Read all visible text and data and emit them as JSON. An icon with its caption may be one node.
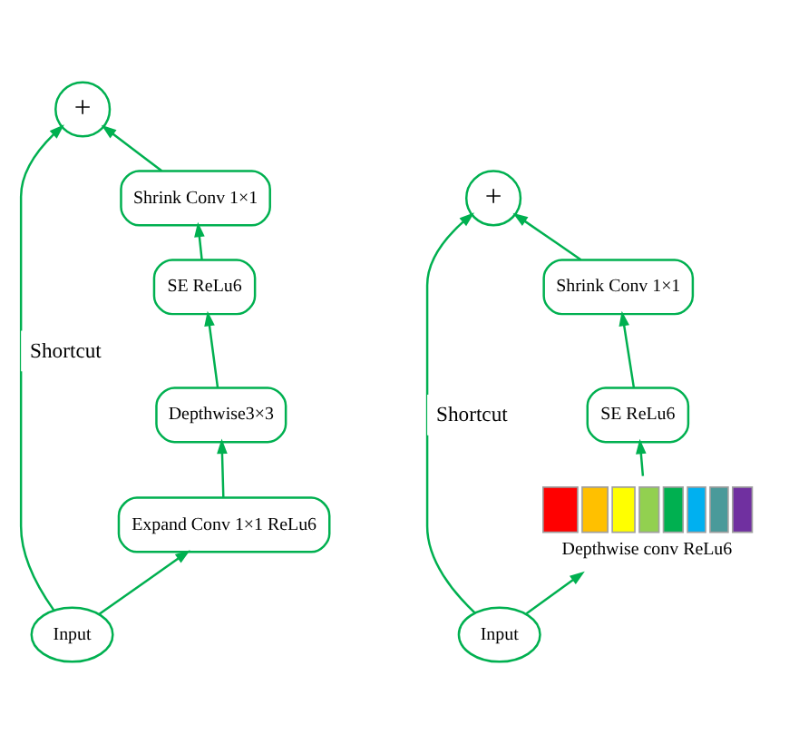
{
  "diagram": {
    "nodes": [
      {
        "text": [
          "+"
        ]
      },
      {
        "text": [
          "Shrink Conv 1×1"
        ]
      },
      {
        "text": [
          "SE ReLu6"
        ]
      },
      {
        "text": [
          "Depthwise3×3"
        ]
      },
      {
        "text": [
          "Expand Conv 1×1 ReLu6"
        ]
      },
      {
        "text": [
          "Input"
        ]
      },
      {
        "text": [
          "+"
        ]
      },
      {
        "text": [
          "Shrink Conv 1×1"
        ]
      },
      {
        "text": [
          "SE ReLu6"
        ]
      },
      {
        "text": [
          "Depthwise conv ReLu6"
        ]
      },
      {
        "text": [
          "Input"
        ]
      }
    ],
    "edges": [
      {
        "from": 5,
        "to": 4,
        "arrow": "to"
      },
      {
        "from": 4,
        "to": 3,
        "arrow": "to"
      },
      {
        "from": 3,
        "to": 2,
        "arrow": "to"
      },
      {
        "from": 2,
        "to": 1,
        "arrow": "to"
      },
      {
        "from": 1,
        "to": 0,
        "arrow": "to"
      },
      {
        "from": 5,
        "to": 0,
        "arrow": "to",
        "label": "Shortcut"
      },
      {
        "from": 10,
        "to": 9,
        "arrow": "to"
      },
      {
        "from": 9,
        "to": 8,
        "arrow": "to"
      },
      {
        "from": 8,
        "to": 7,
        "arrow": "to"
      },
      {
        "from": 7,
        "to": 6,
        "arrow": "to"
      },
      {
        "from": 10,
        "to": 6,
        "arrow": "to",
        "label": "Shortcut"
      }
    ]
  }
}
